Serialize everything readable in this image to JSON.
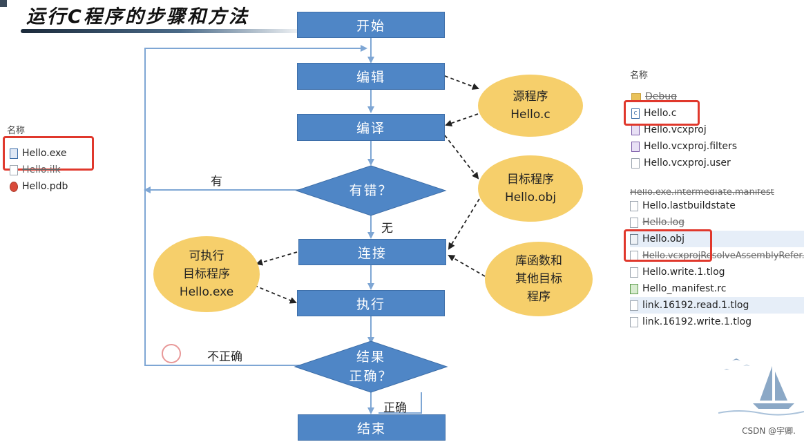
{
  "title": "运行C程序的步骤和方法",
  "flow": {
    "start": "开始",
    "edit": "编辑",
    "compile": "编译",
    "error_check": "有错？",
    "error_yes": "有",
    "error_no": "无",
    "link": "连接",
    "execute": "执行",
    "result_check_line1": "结果",
    "result_check_line2": "正确？",
    "result_wrong": "不正确",
    "result_correct": "正确",
    "end": "结束"
  },
  "ovals": {
    "source": {
      "line1": "源程序",
      "line2": "Hello.c"
    },
    "object": {
      "line1": "目标程序",
      "line2": "Hello.obj"
    },
    "library": {
      "line1": "库函数和",
      "line2": "其他目标",
      "line3": "程序"
    },
    "executable": {
      "line1": "可执行",
      "line2": "目标程序",
      "line3": "Hello.exe"
    }
  },
  "left_panel": {
    "header": "名称",
    "files": [
      {
        "name": "Hello.exe",
        "icon": "exe-icon",
        "highlighted": true
      },
      {
        "name": "Hello.ilk",
        "icon": "file-icon",
        "highlighted": false
      },
      {
        "name": "Hello.pdb",
        "icon": "pdb-icon",
        "highlighted": false
      }
    ]
  },
  "right_panel": {
    "header": "名称",
    "files_top": [
      {
        "name": "Debug",
        "icon": "folder-icon"
      },
      {
        "name": "Hello.c",
        "icon": "c-file-icon",
        "highlighted": true
      },
      {
        "name": "Hello.vcxproj",
        "icon": "project-icon"
      },
      {
        "name": "Hello.vcxproj.filters",
        "icon": "filters-icon"
      },
      {
        "name": "Hello.vcxproj.user",
        "icon": "file-icon"
      }
    ],
    "files_bottom": [
      {
        "name": "Hello.exe.intermediate.manifest",
        "icon": "file-icon"
      },
      {
        "name": "Hello.lastbuildstate",
        "icon": "file-icon"
      },
      {
        "name": "Hello.log",
        "icon": "file-icon"
      },
      {
        "name": "Hello.obj",
        "icon": "obj-icon",
        "highlighted": true
      },
      {
        "name": "Hello.vcxprojResolveAssemblyRefer...",
        "icon": "file-icon"
      },
      {
        "name": "Hello.write.1.tlog",
        "icon": "file-icon"
      },
      {
        "name": "Hello_manifest.rc",
        "icon": "rc-icon"
      },
      {
        "name": "link.16192.read.1.tlog",
        "icon": "file-icon"
      },
      {
        "name": "link.16192.write.1.tlog",
        "icon": "file-icon"
      }
    ]
  },
  "watermark": "CSDN @宇卿.",
  "colors": {
    "box": "#4f86c6",
    "oval": "#f6cf6b",
    "arrow": "#7ea6d4",
    "highlight": "#e0382c"
  }
}
